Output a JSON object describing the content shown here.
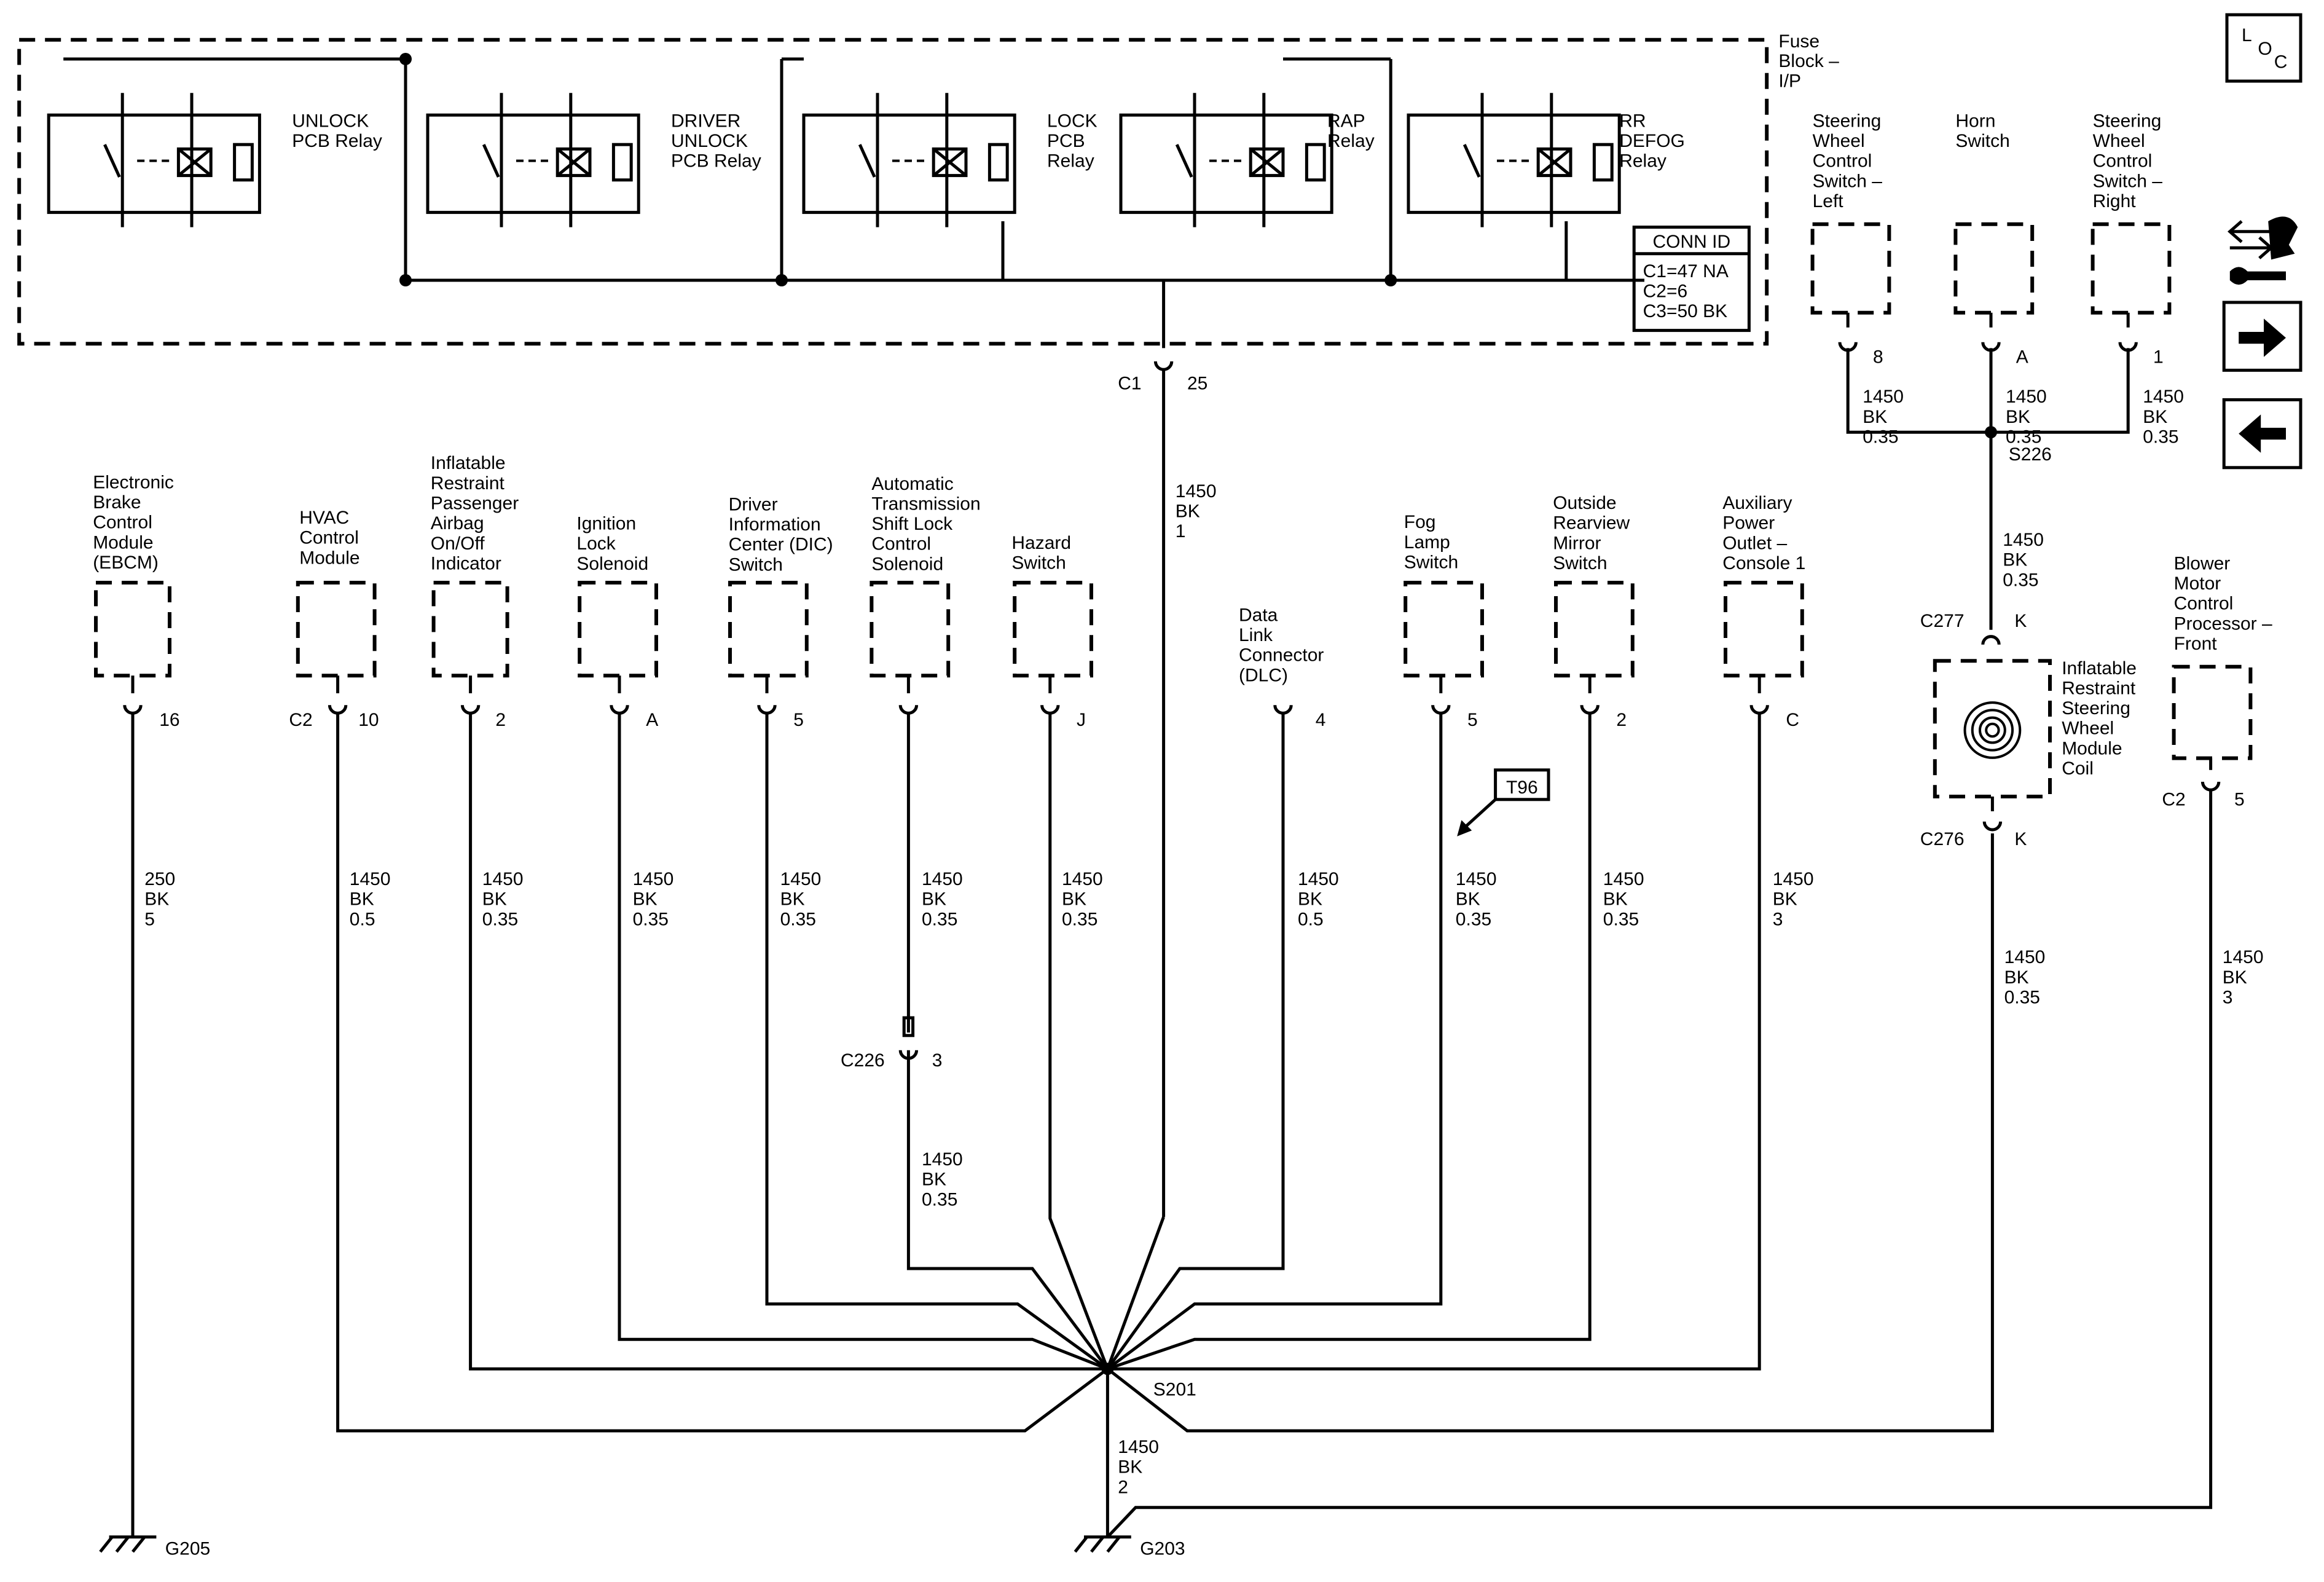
{
  "fuse_block": {
    "title": [
      "Fuse",
      "Block –",
      "I/P"
    ],
    "relays": [
      [
        "UNLOCK",
        "PCB Relay"
      ],
      [
        "DRIVER",
        "UNLOCK",
        "PCB Relay"
      ],
      [
        "LOCK",
        "PCB",
        "Relay"
      ],
      [
        "RAP",
        "Relay"
      ],
      [
        "RR",
        "DEFOG",
        "Relay"
      ]
    ],
    "conn_id": {
      "title": "CONN ID",
      "lines": [
        "C1=47 NA",
        "C2=6",
        "C3=50 BK"
      ]
    },
    "connector": "C1",
    "pin": "25"
  },
  "top_wire": [
    "1450",
    "BK",
    "1"
  ],
  "components": [
    {
      "label": [
        "Electronic",
        "Brake",
        "Control",
        "Module",
        "(EBCM)"
      ],
      "pin": "16",
      "wire": [
        "250",
        "BK",
        "5"
      ]
    },
    {
      "label": [
        "HVAC",
        "Control",
        "Module"
      ],
      "connector": "C2",
      "pin": "10",
      "wire": [
        "1450",
        "BK",
        "0.5"
      ]
    },
    {
      "label": [
        "Inflatable",
        "Restraint",
        "Passenger",
        "Airbag",
        "On/Off",
        "Indicator"
      ],
      "pin": "2",
      "wire": [
        "1450",
        "BK",
        "0.35"
      ]
    },
    {
      "label": [
        "Ignition",
        "Lock",
        "Solenoid"
      ],
      "pin": "A",
      "wire": [
        "1450",
        "BK",
        "0.35"
      ]
    },
    {
      "label": [
        "Driver",
        "Information",
        "Center (DIC)",
        "Switch"
      ],
      "pin": "5",
      "wire": [
        "1450",
        "BK",
        "0.35"
      ]
    },
    {
      "label": [
        "Automatic",
        "Transmission",
        "Shift Lock",
        "Control",
        "Solenoid"
      ],
      "pin": "",
      "wire": [
        "1450",
        "BK",
        "0.35"
      ]
    },
    {
      "label": [
        "Hazard",
        "Switch"
      ],
      "pin": "J",
      "wire": [
        "1450",
        "BK",
        "0.35"
      ]
    },
    {
      "label": [
        "Data",
        "Link",
        "Connector",
        "(DLC)"
      ],
      "pin": "4",
      "wire": [
        "1450",
        "BK",
        "0.5"
      ]
    },
    {
      "label": [
        "Fog",
        "Lamp",
        "Switch"
      ],
      "pin": "5",
      "wire": [
        "1450",
        "BK",
        "0.35"
      ]
    },
    {
      "label": [
        "Outside",
        "Rearview",
        "Mirror",
        "Switch"
      ],
      "pin": "2",
      "wire": [
        "1450",
        "BK",
        "0.35"
      ]
    },
    {
      "label": [
        "Auxiliary",
        "Power",
        "Outlet –",
        "Console 1"
      ],
      "pin": "C",
      "wire": [
        "1450",
        "BK",
        "3"
      ]
    }
  ],
  "c226": {
    "connector": "C226",
    "pin": "3",
    "wire": [
      "1450",
      "BK",
      "0.35"
    ]
  },
  "t96": "T96",
  "steering_switches": [
    {
      "label": [
        "Steering",
        "Wheel",
        "Control",
        "Switch –",
        "Left"
      ],
      "pin": "8",
      "wire": [
        "1450",
        "BK",
        "0.35"
      ]
    },
    {
      "label": [
        "Horn",
        "Switch"
      ],
      "pin": "A",
      "wire": [
        "1450",
        "BK",
        "0.35"
      ]
    },
    {
      "label": [
        "Steering",
        "Wheel",
        "Control",
        "Switch –",
        "Right"
      ],
      "pin": "1",
      "wire": [
        "1450",
        "BK",
        "0.35"
      ]
    }
  ],
  "s226": {
    "label": "S226",
    "wire": [
      "1450",
      "BK",
      "0.35"
    ]
  },
  "coil": {
    "label": [
      "Inflatable",
      "Restraint",
      "Steering",
      "Wheel",
      "Module",
      "Coil"
    ],
    "top_conn": "C277",
    "top_pin": "K",
    "bot_conn": "C276",
    "bot_pin": "K",
    "wire": [
      "1450",
      "BK",
      "0.35"
    ]
  },
  "blower": {
    "label": [
      "Blower",
      "Motor",
      "Control",
      "Processor –",
      "Front"
    ],
    "connector": "C2",
    "pin": "5",
    "wire": [
      "1450",
      "BK",
      "3"
    ]
  },
  "s201": {
    "label": "S201",
    "wire": [
      "1450",
      "BK",
      "2"
    ]
  },
  "grounds": [
    "G205",
    "G203"
  ],
  "loc_icon": {
    "letters": [
      "L",
      "O",
      "C"
    ]
  },
  "nav_icons": [
    "wiring-legend-icon",
    "next-page-icon",
    "previous-page-icon"
  ]
}
